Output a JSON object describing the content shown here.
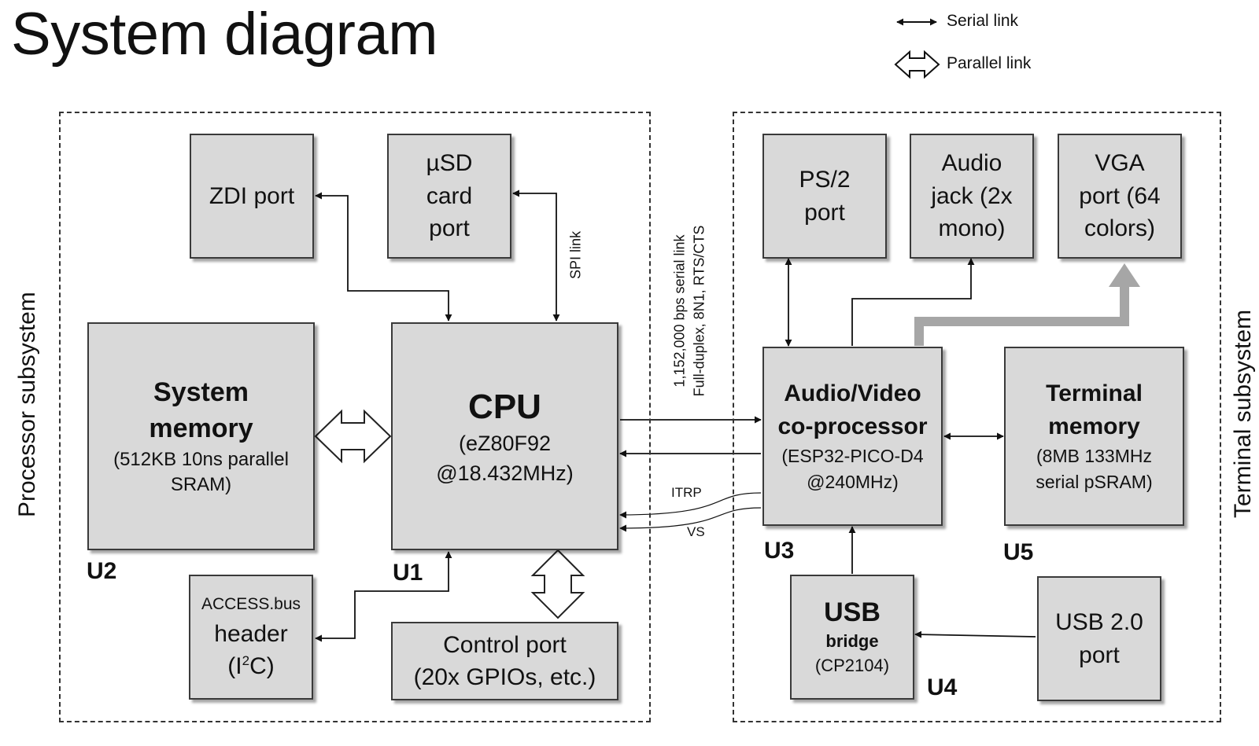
{
  "title": "System diagram",
  "legend": {
    "serial": "Serial link",
    "parallel": "Parallel link"
  },
  "subsystems": {
    "processor": "Processor subsystem",
    "terminal": "Terminal subsystem"
  },
  "boxes": {
    "zdi": {
      "label": "ZDI port"
    },
    "usd": {
      "line1": "µSD",
      "line2": "card",
      "line3": "port"
    },
    "sysmem": {
      "title1": "System",
      "title2": "memory",
      "sub1": "(512KB 10ns parallel",
      "sub2": "SRAM)"
    },
    "cpu": {
      "title": "CPU",
      "sub1": "(eZ80F92",
      "sub2": "@18.432MHz)"
    },
    "access": {
      "line1": "ACCESS.bus",
      "line2": "header",
      "line3a": "(I",
      "sup": "2",
      "line3b": "C)"
    },
    "control": {
      "line1": "Control port",
      "line2": "(20x GPIOs, etc.)"
    },
    "ps2": {
      "line1": "PS/2",
      "line2": "port"
    },
    "audio": {
      "line1": "Audio",
      "line2": "jack (2x",
      "line3": "mono)"
    },
    "vga": {
      "line1": "VGA",
      "line2": "port (64",
      "line3": "colors)"
    },
    "avcop": {
      "title1": "Audio/Video",
      "title2": "co-processor",
      "sub1": "(ESP32-PICO-D4",
      "sub2": "@240MHz)"
    },
    "termmem": {
      "title1": "Terminal",
      "title2": "memory",
      "sub1": "(8MB 133MHz",
      "sub2": "serial pSRAM)"
    },
    "usbbridge": {
      "title1": "USB",
      "title2": "bridge",
      "sub1": "(CP2104)"
    },
    "usbport": {
      "line1": "USB 2.0",
      "line2": "port"
    }
  },
  "unit_labels": {
    "u1": "U1",
    "u2": "U2",
    "u3": "U3",
    "u4": "U4",
    "u5": "U5"
  },
  "link_labels": {
    "spi": "SPI link",
    "serial1": "1,152,000 bps serial link",
    "serial2": "Full-duplex, 8N1, RTS/CTS",
    "itrp": "ITRP",
    "vs": "VS"
  }
}
